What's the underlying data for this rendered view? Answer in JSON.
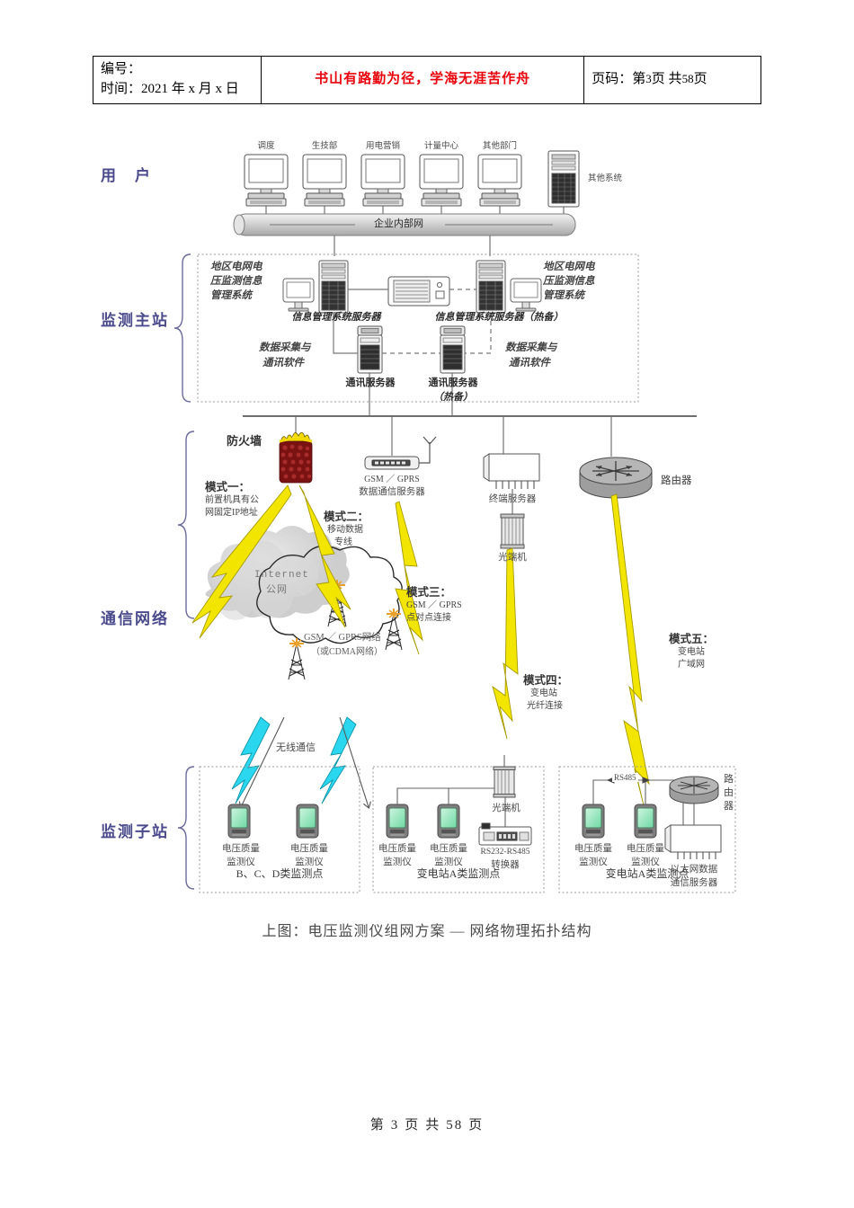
{
  "header": {
    "left_line1": "编号：",
    "left_line2_label": "时间：",
    "left_line2_value": "2021 年 x 月 x 日",
    "motto": "书山有路勤为径，学海无涯苦作舟",
    "page_label": "页码：",
    "page_current_prefix": "第",
    "page_current": "3",
    "page_unit": "页",
    "page_total_prefix": "共",
    "page_total": "58",
    "page_total_unit": "页"
  },
  "sections": {
    "users": "用　户",
    "main_station": "监测主站",
    "comm_network": "通信网络",
    "sub_station": "监测子站"
  },
  "users_row": {
    "pc_labels": [
      "调度",
      "生技部",
      "用电营销",
      "计量中心",
      "其他部门"
    ],
    "other_system": "其他系统",
    "intranet_bus": "企业内部网"
  },
  "main_station": {
    "left_sys_l1": "地区电网电",
    "left_sys_l2": "压监测信息",
    "left_sys_l3": "管理系统",
    "right_sys_l1": "地区电网电",
    "right_sys_l2": "压监测信息",
    "right_sys_l3": "管理系统",
    "info_server": "信息管理系统服务器",
    "info_server_standby": "信息管理系统服务器（热备）",
    "daq_left_l1": "数据采集与",
    "daq_left_l2": "通讯软件",
    "daq_right_l1": "数据采集与",
    "daq_right_l2": "通讯软件",
    "comm_server": "通讯服务器",
    "comm_server_standby_l1": "通讯服务器",
    "comm_server_standby_l2": "（热备）"
  },
  "comm_network": {
    "firewall": "防火墙",
    "gsm_server_l1": "GSM ／ GPRS",
    "gsm_server_l2": "数据通信服务器",
    "terminal_server": "终端服务器",
    "optical_terminal": "光端机",
    "router": "路由器",
    "mode1_title": "模式一：",
    "mode1_l1": "前置机具有公",
    "mode1_l2": "网固定IP地址",
    "mode2_title": "模式二：",
    "mode2_l1": "移动数据",
    "mode2_l2": "专线",
    "mode3_title": "模式三：",
    "mode3_l1": "GSM ／ GPRS",
    "mode3_l2": "点对点连接",
    "mode4_title": "模式四：",
    "mode4_l1": "变电站",
    "mode4_l2": "光纤连接",
    "mode5_title": "模式五：",
    "mode5_l1": "变电站",
    "mode5_l2": "广域网",
    "internet_l1": "Internet",
    "internet_l2": "公网",
    "gsm_cloud_l1": "GSM ／ GPRS网络",
    "gsm_cloud_l2": "（或CDMA网络）",
    "wireless": "无线通信"
  },
  "sub_stations": {
    "monitor_l1": "电压质量",
    "monitor_l2": "监测仪",
    "box1_caption": "B、C、D类监测点",
    "box2_caption": "变电站A类监测点",
    "box3_caption": "变电站A类监测点",
    "optical_terminal": "光端机",
    "converter_l1": "RS232-RS485",
    "converter_l2": "转换器",
    "rs485": "RS485",
    "router_l1": "路",
    "router_l2": "由",
    "router_l3": "器",
    "eth_server_l1": "以太网数据",
    "eth_server_l2": "通信服务器"
  },
  "caption": "上图：电压监测仪组网方案 — 网络物理拓扑结构",
  "footer": {
    "prefix": "第",
    "current": "3",
    "unit1": "页",
    "mid": "共",
    "total": "58",
    "unit2": "页"
  },
  "colors": {
    "motto_red": "#e8000a",
    "section_label": "#4a4a8c",
    "lightning_yellow": "#f2e500",
    "lightning_cyan": "#2ad7ef",
    "device_green": "#8fe8b8",
    "router_gray": "#9a9a9a",
    "bus_gray": "#bdbdbd"
  }
}
